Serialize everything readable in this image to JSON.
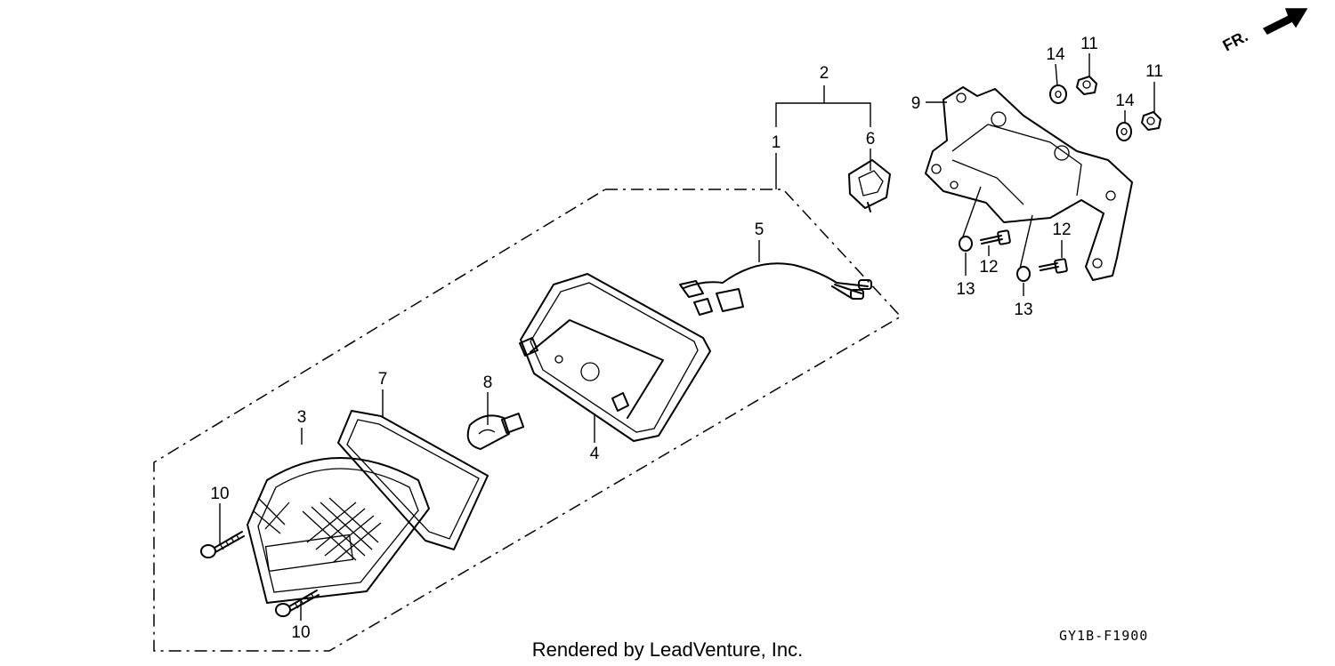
{
  "callouts": {
    "p1": "1",
    "p2": "2",
    "p3": "3",
    "p4": "4",
    "p5": "5",
    "p6": "6",
    "p7": "7",
    "p8": "8",
    "p9": "9",
    "p10a": "10",
    "p10b": "10",
    "p11a": "11",
    "p11b": "11",
    "p12a": "12",
    "p12b": "12",
    "p13a": "13",
    "p13b": "13",
    "p14a": "14",
    "p14b": "14"
  },
  "direction_label": "FR.",
  "credit": "Rendered by LeadVenture, Inc.",
  "diagram_code": "GY1B-F1900"
}
